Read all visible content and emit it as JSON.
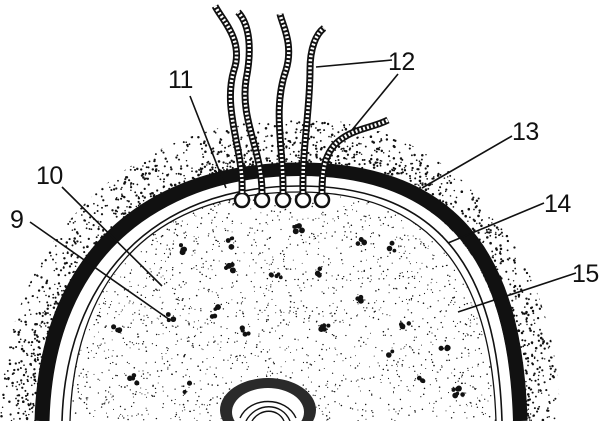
{
  "diagram": {
    "labels": {
      "l9": "9",
      "l10": "10",
      "l11": "11",
      "l12": "12",
      "l13": "13",
      "l14": "14",
      "l15": "15"
    }
  },
  "colors": {
    "ink": "#111111",
    "background": "#ffffff"
  }
}
